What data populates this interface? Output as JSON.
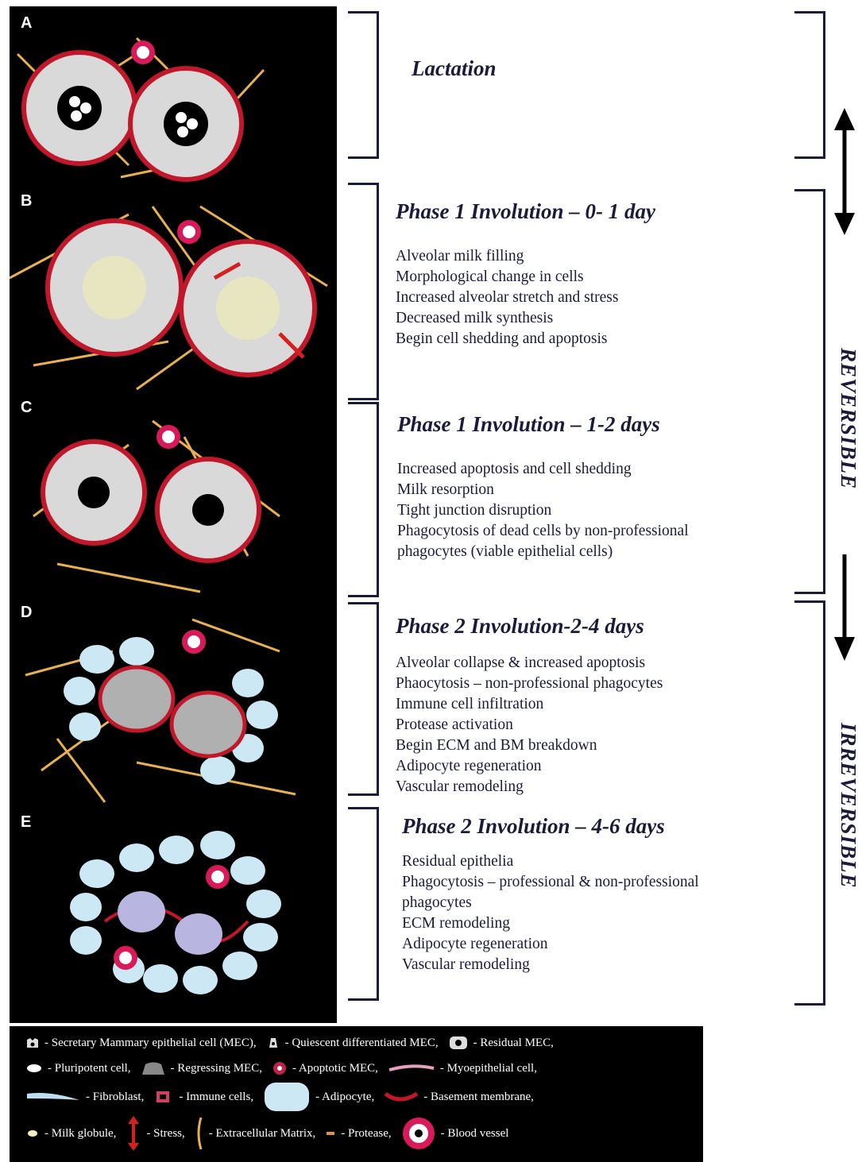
{
  "panels": [
    {
      "letter": "A",
      "title": "Lactation",
      "items": []
    },
    {
      "letter": "B",
      "title": "Phase 1 Involution – 0- 1 day",
      "items": [
        "Alveolar milk filling",
        "Morphological change in cells",
        "Increased alveolar stretch and stress",
        "Decreased milk synthesis",
        "Begin cell shedding and apoptosis"
      ]
    },
    {
      "letter": "C",
      "title": "Phase 1 Involution – 1-2 days",
      "items": [
        "Increased apoptosis and cell shedding",
        "Milk resorption",
        "Tight junction disruption",
        "Phagocytosis of dead cells by non-professional",
        "phagocytes (viable epithelial cells)"
      ]
    },
    {
      "letter": "D",
      "title": "Phase 2 Involution-2-4 days",
      "items": [
        "Alveolar collapse & increased apoptosis",
        "Phaocytosis – non-professional phagocytes",
        "Immune cell infiltration",
        "Protease activation",
        "Begin ECM and BM breakdown",
        "Adipocyte regeneration",
        "Vascular remodeling"
      ]
    },
    {
      "letter": "E",
      "title": "Phase 2 Involution – 4-6 days",
      "items": [
        "Residual epithelia",
        "Phagocytosis – professional & non-professional",
        "phagocytes",
        "ECM remodeling",
        "Adipocyte regeneration",
        "Vascular remodeling"
      ]
    }
  ],
  "side_labels": {
    "reversible": "REVERSIBLE",
    "irreversible": "IRREVERSIBLE"
  },
  "legend": [
    {
      "icon": "secretory-mec-icon",
      "label": "- Secretary Mammary epithelial cell (MEC),"
    },
    {
      "icon": "quiescent-mec-icon",
      "label": "- Quiescent differentiated MEC,"
    },
    {
      "icon": "residual-mec-icon",
      "label": "- Residual MEC,"
    },
    {
      "icon": "pluripotent-cell-icon",
      "label": "- Pluripotent cell,"
    },
    {
      "icon": "regressing-mec-icon",
      "label": "- Regressing MEC,"
    },
    {
      "icon": "apoptotic-mec-icon",
      "label": "- Apoptotic MEC,"
    },
    {
      "icon": "myoepithelial-cell-icon",
      "label": "- Myoepithelial cell,"
    },
    {
      "icon": "fibroblast-icon",
      "label": "- Fibroblast,"
    },
    {
      "icon": "immune-cells-icon",
      "label": "- Immune cells,"
    },
    {
      "icon": "adipocyte-icon",
      "label": "- Adipocyte,"
    },
    {
      "icon": "basement-membrane-icon",
      "label": "- Basement membrane,"
    },
    {
      "icon": "milk-globule-icon",
      "label": "- Milk globule,"
    },
    {
      "icon": "stress-icon",
      "label": "- Stress,"
    },
    {
      "icon": "extracellular-matrix-icon",
      "label": "- Extracellular Matrix,"
    },
    {
      "icon": "protease-icon",
      "label": "- Protease,"
    },
    {
      "icon": "blood-vessel-icon",
      "label": "- Blood vessel"
    }
  ],
  "colors": {
    "panel_bg": "#000000",
    "membrane": "#c0182a",
    "ecm": "#e8b050",
    "adipocyte": "#cde8f5",
    "vessel": "#d81a5a",
    "text": "#1a1a3a"
  }
}
